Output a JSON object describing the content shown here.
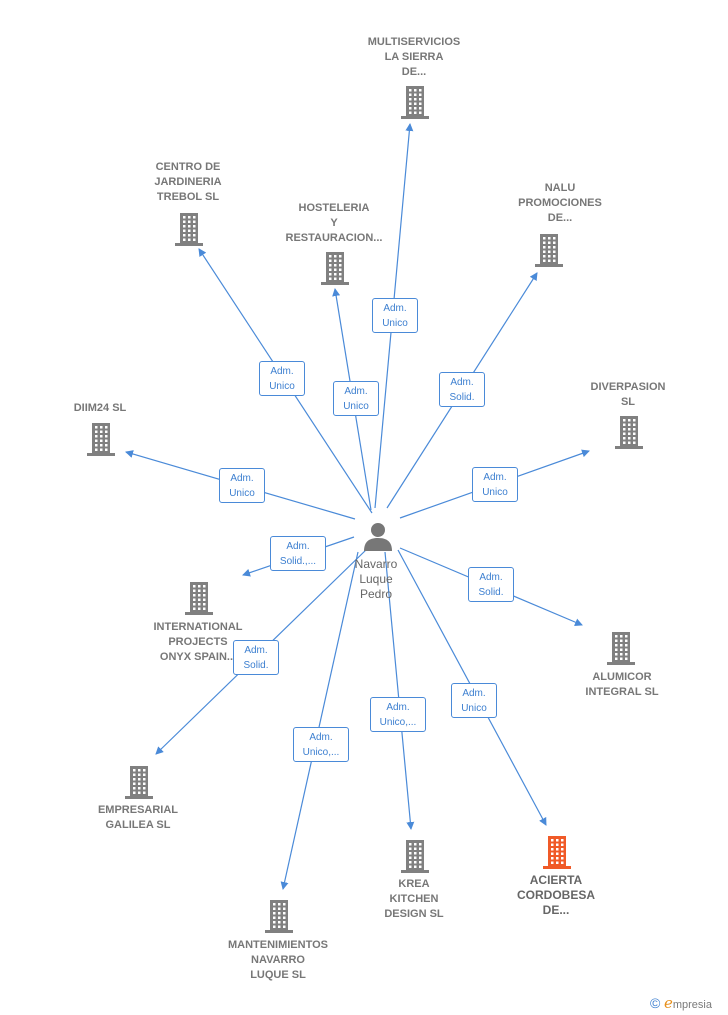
{
  "center": {
    "name": "Navarro\nLuque\nPedro"
  },
  "colors": {
    "edge": "#4a8ad8",
    "building": "#808080",
    "highlight": "#f05a28"
  },
  "companies": [
    {
      "id": "multiservicios",
      "name": "MULTISERVICIOS\nLA SIERRA\nDE...",
      "role": "Adm.\nUnico"
    },
    {
      "id": "centro-jardineria",
      "name": "CENTRO DE\nJARDINERIA\nTREBOL SL",
      "role": "Adm.\nUnico"
    },
    {
      "id": "hosteleria",
      "name": "HOSTELERIA\nY\nRESTAURACION...",
      "role": "Adm.\nUnico"
    },
    {
      "id": "nalu",
      "name": "NALU\nPROMOCIONES\nDE...",
      "role": "Adm.\nSolid."
    },
    {
      "id": "diim24",
      "name": "DIIM24  SL",
      "role": "Adm.\nUnico"
    },
    {
      "id": "diverpasion",
      "name": "DIVERPASION\nSL",
      "role": "Adm.\nUnico"
    },
    {
      "id": "international",
      "name": "INTERNATIONAL\nPROJECTS\nONYX SPAIN...",
      "role": "Adm.\nSolid.,..."
    },
    {
      "id": "alumicor",
      "name": "ALUMICOR\nINTEGRAL  SL",
      "role": "Adm.\nSolid."
    },
    {
      "id": "empresarial",
      "name": "EMPRESARIAL\nGALILEA  SL",
      "role": "Adm.\nSolid."
    },
    {
      "id": "mantenimientos",
      "name": "MANTENIMIENTOS\nNAVARRO\nLUQUE  SL",
      "role": "Adm.\nUnico,..."
    },
    {
      "id": "krea",
      "name": "KREA\nKITCHEN\nDESIGN  SL",
      "role": "Adm.\nUnico,..."
    },
    {
      "id": "acierta",
      "name": "ACIERTA\nCORDOBESA\nDE...",
      "role": "Adm.\nUnico",
      "highlight": true
    }
  ],
  "footer": {
    "copyright": "©",
    "brand_initial": "e",
    "brand_rest": "mpresia"
  }
}
